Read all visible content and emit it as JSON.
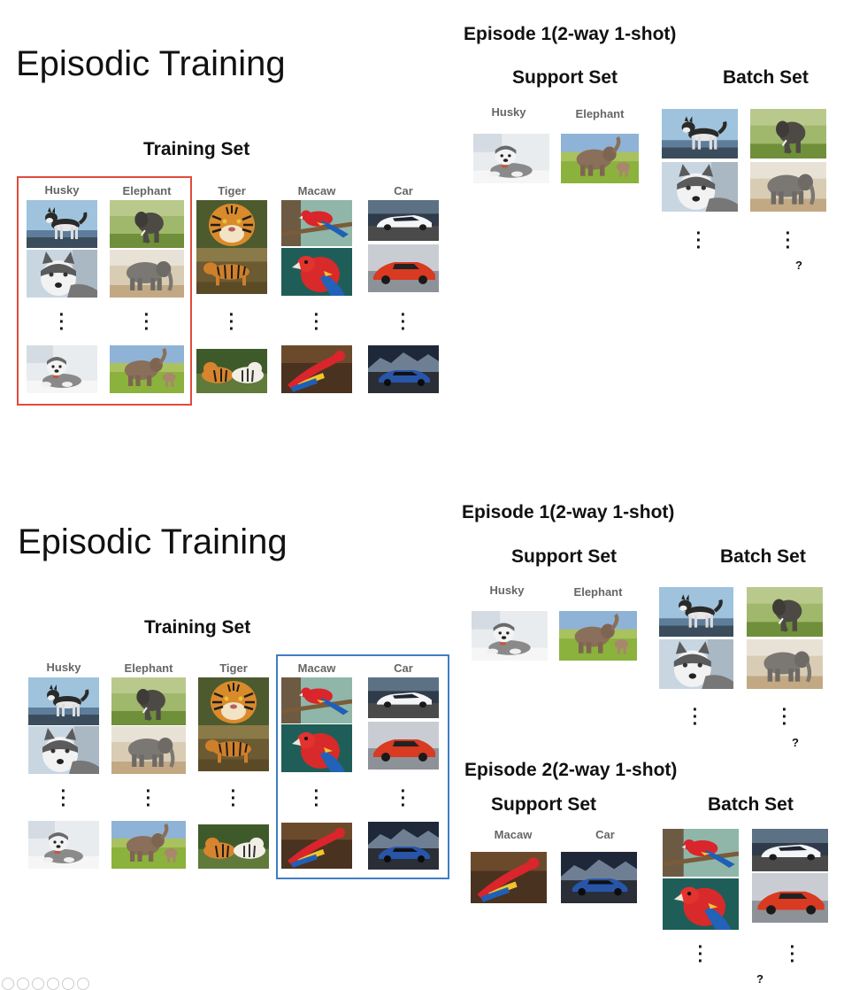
{
  "colors": {
    "red_frame": "#e24a3b",
    "blue_frame": "#3f7dc4"
  },
  "panel1": {
    "title": "Episodic Training",
    "training_set_label": "Training Set",
    "columns": [
      "Husky",
      "Elephant",
      "Tiger",
      "Macaw",
      "Car"
    ],
    "episode1": {
      "title": "Episode 1(2-way 1-shot)",
      "support_label": "Support Set",
      "batch_label": "Batch Set",
      "support_columns": [
        "Husky",
        "Elephant"
      ],
      "query_mark": "?"
    }
  },
  "panel2": {
    "title": "Episodic Training",
    "training_set_label": "Training Set",
    "columns": [
      "Husky",
      "Elephant",
      "Tiger",
      "Macaw",
      "Car"
    ],
    "episode1": {
      "title": "Episode 1(2-way 1-shot)",
      "support_label": "Support Set",
      "batch_label": "Batch Set",
      "support_columns": [
        "Husky",
        "Elephant"
      ],
      "query_mark": "?"
    },
    "episode2": {
      "title": "Episode 2(2-way 1-shot)",
      "support_label": "Support Set",
      "batch_label": "Batch Set",
      "support_columns": [
        "Macaw",
        "Car"
      ],
      "query_mark": "?"
    }
  },
  "icons": [
    "husky-photo",
    "elephant-photo",
    "tiger-photo",
    "macaw-photo",
    "car-photo",
    "vertical-ellipsis-icon"
  ]
}
